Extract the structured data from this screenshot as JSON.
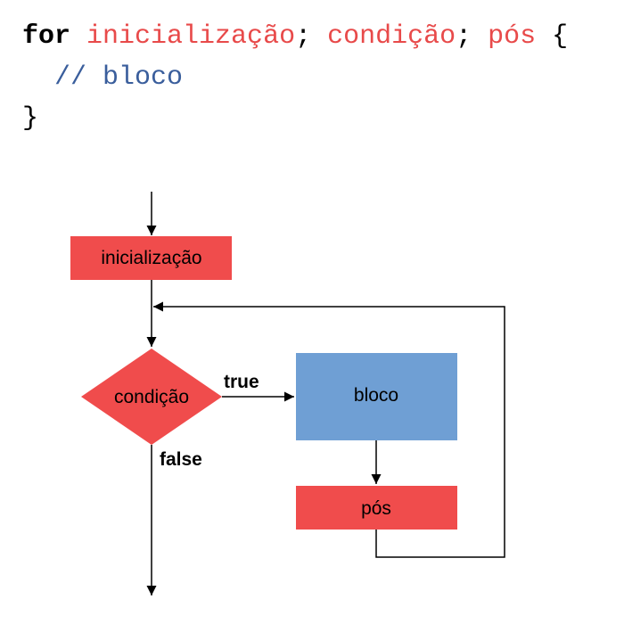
{
  "code": {
    "line1": {
      "keyword": "for",
      "init": "inicialização",
      "sep1": "; ",
      "cond": "condição",
      "sep2": "; ",
      "post": "pós",
      "brace_open": " {"
    },
    "line2": {
      "comment": "// bloco"
    },
    "line3": {
      "brace_close": "}"
    }
  },
  "diagram": {
    "nodes": {
      "init": "inicialização",
      "condition": "condição",
      "block": "bloco",
      "post": "pós"
    },
    "edges": {
      "true_label": "true",
      "false_label": "false"
    }
  },
  "colors": {
    "red": "#f04c4c",
    "blue": "#6f9fd4",
    "code_red": "#e84a4a",
    "comment_blue": "#3a5e9c"
  }
}
